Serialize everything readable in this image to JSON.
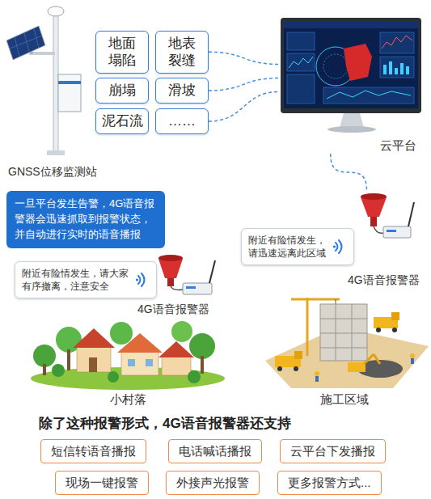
{
  "diagram": {
    "nodes": [
      {
        "text": [
          "GNSS位移监测站"
        ]
      },
      {
        "text": [
          "地面塌陷"
        ]
      },
      {
        "text": [
          "地表裂缝"
        ]
      },
      {
        "text": [
          "崩塌"
        ]
      },
      {
        "text": [
          "滑坡"
        ]
      },
      {
        "text": [
          "泥石流"
        ]
      },
      {
        "text": [
          "……"
        ]
      },
      {
        "text": [
          "云平台"
        ]
      },
      {
        "text": [
          "一旦平台发生告警，4G语音报警器会迅速抓取到报警状态，并自动进行实时的语音播报"
        ]
      },
      {
        "text": [
          "附近有险情发生，请迅速远离此区域"
        ]
      },
      {
        "text": [
          "4G语音报警器"
        ]
      },
      {
        "text": [
          "附近有险情发生，请大家有序撤离，注意安全"
        ]
      },
      {
        "text": [
          "4G语音报警器"
        ]
      },
      {
        "text": [
          "小村落"
        ]
      },
      {
        "text": [
          "施工区域"
        ]
      },
      {
        "text": [
          "短信转语音播报"
        ]
      },
      {
        "text": [
          "电话喊话播报"
        ]
      },
      {
        "text": [
          "云平台下发播报"
        ]
      },
      {
        "text": [
          "现场一键报警"
        ]
      },
      {
        "text": [
          "外接声光报警"
        ]
      },
      {
        "text": [
          "更多报警方式..."
        ]
      }
    ],
    "edges": [
      {
        "from": 2,
        "to": 7,
        "arrow": "none"
      },
      {
        "from": 4,
        "to": 7,
        "arrow": "none"
      },
      {
        "from": 6,
        "to": 7,
        "arrow": "none"
      },
      {
        "from": 7,
        "to": 10,
        "arrow": "none"
      }
    ],
    "labels": [
      "除了这种报警形式，4G语音报警器还支持"
    ]
  }
}
